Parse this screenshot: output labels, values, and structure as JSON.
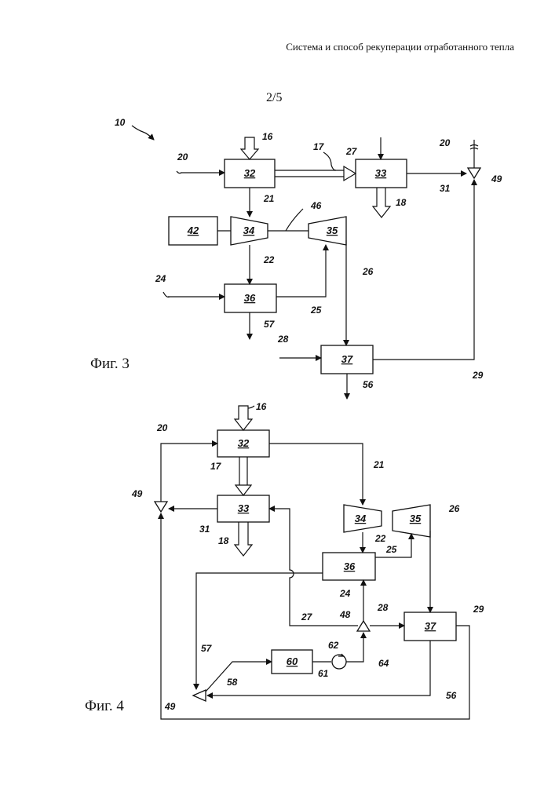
{
  "header": {
    "title": "Система и способ рекуперации отработанного тепла",
    "page": "2/5"
  },
  "fig3": {
    "label": "Фиг. 3",
    "system_ref": "10",
    "boxes": {
      "b32": "32",
      "b33": "33",
      "b42": "42",
      "b34": "34",
      "b35": "35",
      "b36": "36",
      "b37": "37"
    },
    "refs": {
      "r16": "16",
      "r17": "17",
      "r27": "27",
      "r20a": "20",
      "r20b": "20",
      "r49": "49",
      "r21": "21",
      "r18": "18",
      "r31": "31",
      "r46": "46",
      "r22": "22",
      "r26": "26",
      "r24": "24",
      "r25": "25",
      "r57": "57",
      "r28": "28",
      "r56": "56",
      "r29": "29"
    }
  },
  "fig4": {
    "label": "Фиг. 4",
    "boxes": {
      "b32": "32",
      "b33": "33",
      "b34": "34",
      "b35": "35",
      "b36": "36",
      "b37": "37",
      "b60": "60"
    },
    "refs": {
      "r16": "16",
      "r20": "20",
      "r21": "21",
      "r17": "17",
      "r49a": "49",
      "r31": "31",
      "r18": "18",
      "r26": "26",
      "r22": "22",
      "r25": "25",
      "r24": "24",
      "r27": "27",
      "r48": "48",
      "r28": "28",
      "r29": "29",
      "r57": "57",
      "r62": "62",
      "r58": "58",
      "r61": "61",
      "r64": "64",
      "r56": "56",
      "r49b": "49"
    }
  }
}
